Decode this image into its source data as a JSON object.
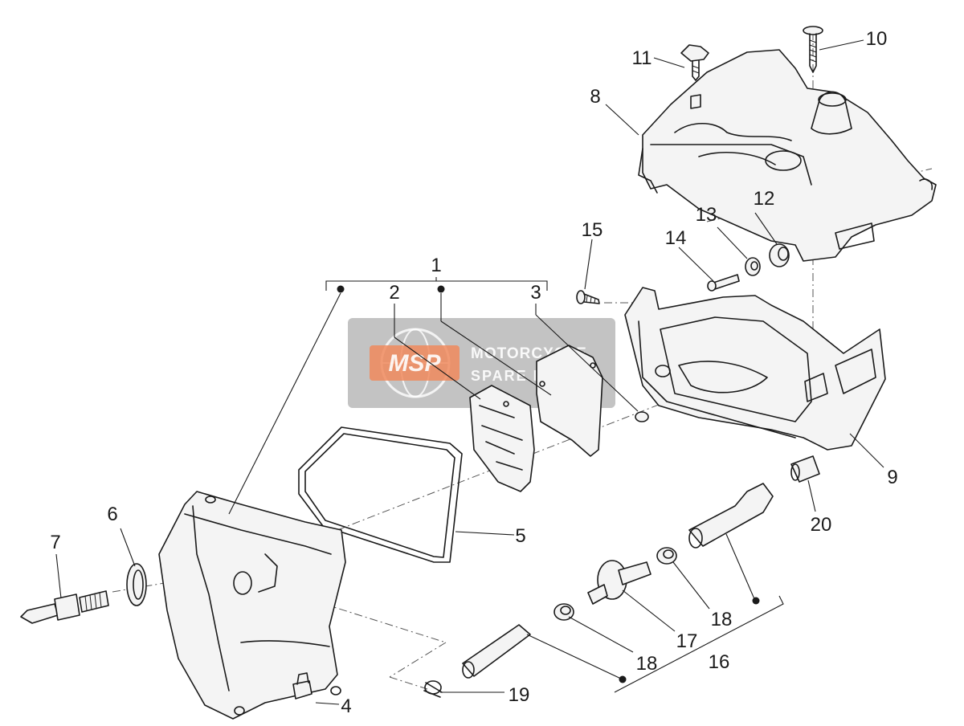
{
  "diagram": {
    "labels": {
      "p1": "1",
      "p2": "2",
      "p3": "3",
      "p4": "4",
      "p5": "5",
      "p6": "6",
      "p7": "7",
      "p8": "8",
      "p9": "9",
      "p10": "10",
      "p11": "11",
      "p12": "12",
      "p13": "13",
      "p14": "14",
      "p15": "15",
      "p16": "16",
      "p17": "17",
      "p18a": "18",
      "p18b": "18",
      "p19": "19",
      "p20": "20"
    }
  },
  "watermark": {
    "logo_text": "MSP",
    "line1": "MOTORCYCLE",
    "line2": "SPARE PARTS",
    "accent_color": "#f08a5d",
    "box_color": "#7a7a7a"
  }
}
